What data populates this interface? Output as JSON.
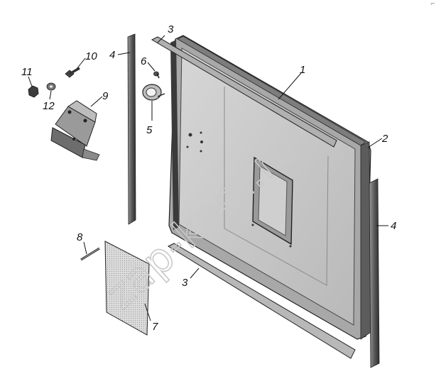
{
  "watermark": "zap-kam.ru",
  "corner_mark": "⌐",
  "colors": {
    "panel": "#c8c8c8",
    "frame": "#9e9e9e",
    "dark_edge": "#3a3a3a",
    "seal": "#8a8a8a"
  },
  "callouts": {
    "c1": "1",
    "c2": "2",
    "c3_top": "3",
    "c3_bottom": "3",
    "c4_left": "4",
    "c4_right": "4",
    "c5": "5",
    "c6": "6",
    "c7": "7",
    "c8": "8",
    "c9": "9",
    "c10": "10",
    "c11": "11",
    "c12": "12"
  }
}
